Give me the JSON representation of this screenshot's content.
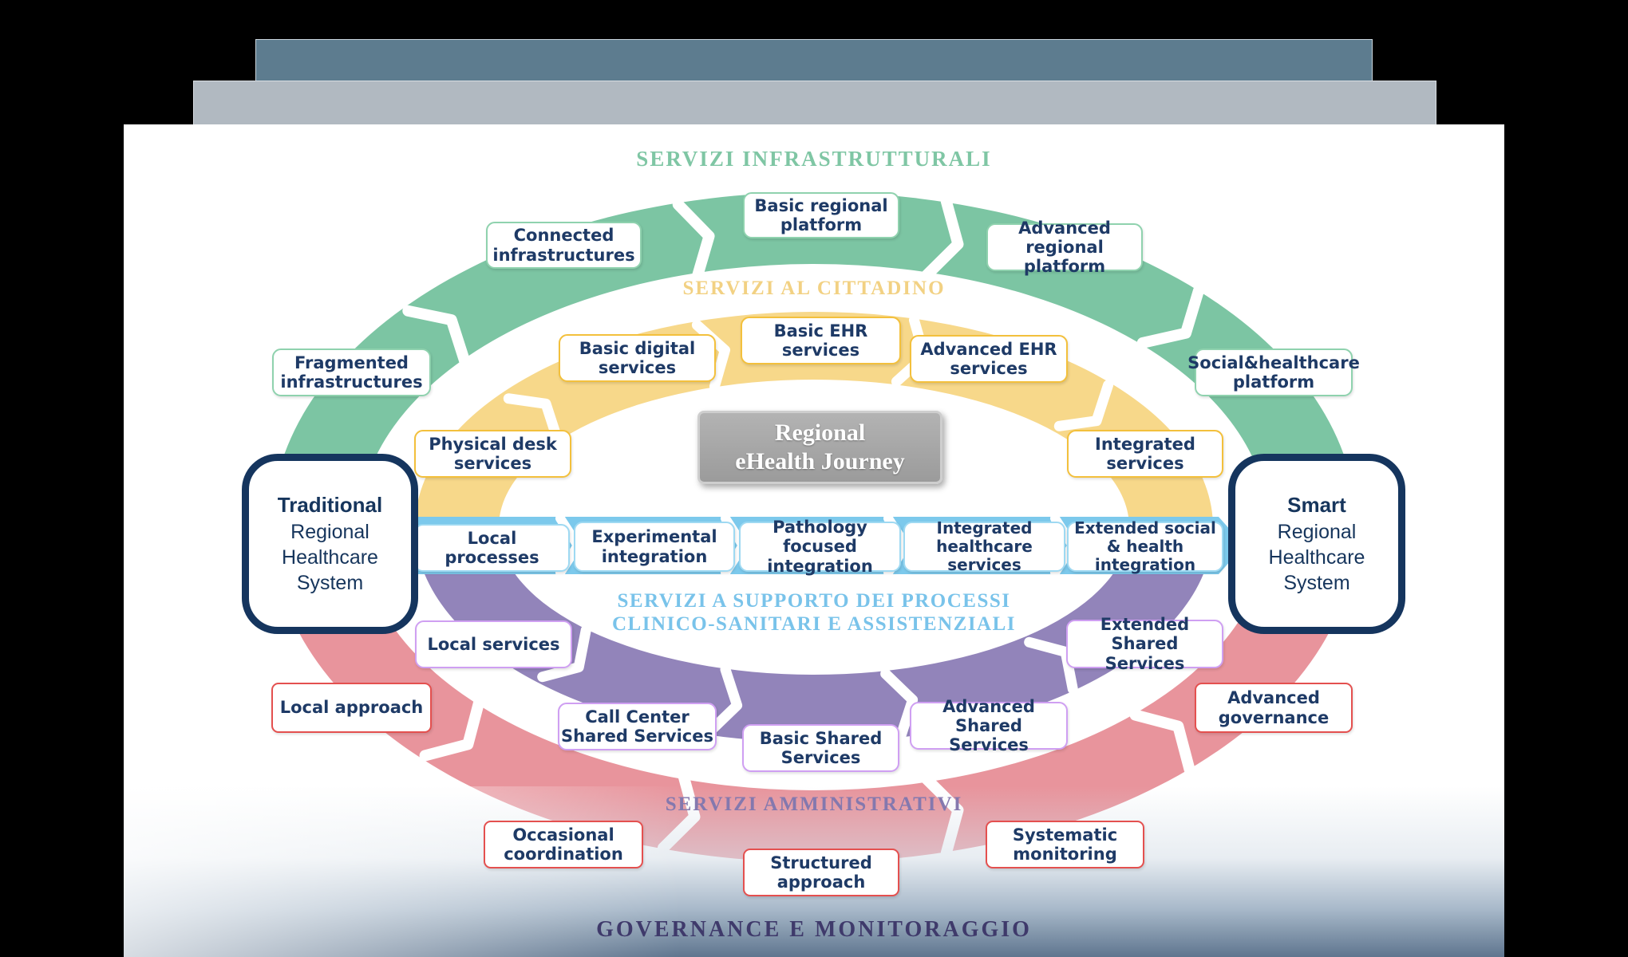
{
  "window": {
    "background": "#000000",
    "top_bar_color": "#5d7c8f",
    "second_bar_color": "#b1b9c1",
    "slide_background": "#ffffff"
  },
  "diagram": {
    "center": {
      "line1": "Regional",
      "line2": "eHealth Journey"
    },
    "left_box": {
      "emphasis": "Traditional",
      "rest": "Regional Healthcare System"
    },
    "right_box": {
      "emphasis": "Smart",
      "rest": "Regional Healthcare System"
    },
    "rings": [
      {
        "id": "infrastructure",
        "title": "SERVIZI INFRASTRUTTURALI",
        "color": "#7cc5a3",
        "boxes": [
          "Fragmented infrastructures",
          "Connected infrastructures",
          "Basic regional platform",
          "Advanced regional platform",
          "Social&healthcare platform"
        ]
      },
      {
        "id": "citizen",
        "title": "SERVIZI AL CITTADINO",
        "color": "#f7d88a",
        "boxes": [
          "Physical desk services",
          "Basic digital services",
          "Basic EHR services",
          "Advanced EHR services",
          "Integrated services"
        ]
      },
      {
        "id": "clinical-support",
        "title_line1": "SERVIZI A SUPPORTO DEI PROCESSI",
        "title_line2": "CLINICO-SANITARI E ASSISTENZIALI",
        "color": "#7cc9ec",
        "boxes": [
          "Local processes",
          "Experimental integration",
          "Pathology focused integration",
          "Integrated healthcare services",
          "Extended social & health integration"
        ]
      },
      {
        "id": "administrative",
        "title": "SERVIZI AMMINISTRATIVI",
        "color": "#9284ba",
        "boxes": [
          "Local services",
          "Call Center Shared Services",
          "Basic Shared Services",
          "Advanced Shared Services",
          "Extended Shared Services"
        ]
      },
      {
        "id": "governance",
        "title": "GOVERNANCE E MONITORAGGIO",
        "color": "#e8949c",
        "boxes": [
          "Local approach",
          "Occasional coordination",
          "Structured approach",
          "Systematic monitoring",
          "Advanced governance"
        ]
      }
    ]
  }
}
